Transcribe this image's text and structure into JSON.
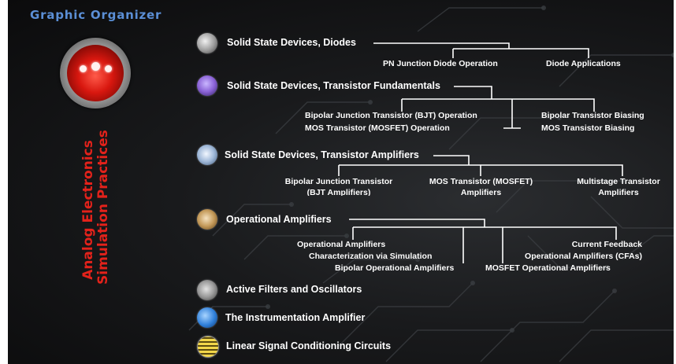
{
  "header": {
    "title": "Graphic Organizer"
  },
  "vertical_title": {
    "line1": "Analog Electronics",
    "line2": "Simulation Practices"
  },
  "topics": [
    {
      "label": "Solid State Devices, Diodes",
      "icon": "diode-icon",
      "subtopics": [
        "PN Junction Diode Operation",
        "Diode Applications"
      ]
    },
    {
      "label": "Solid State Devices, Transistor Fundamentals",
      "icon": "transistor-icon",
      "subtopics": [
        "Bipolar Junction Transistor (BJT) Operation",
        "MOS Transistor (MOSFET) Operation",
        "Bipolar Transistor Biasing",
        "MOS Transistor Biasing"
      ]
    },
    {
      "label": "Solid State Devices, Transistor Amplifiers",
      "icon": "amplifier-icon",
      "subtopics": [
        {
          "line1": "Bipolar Junction Transistor",
          "line2": "(BJT Amplifiers)"
        },
        {
          "line1": "MOS Transistor (MOSFET)",
          "line2": "Amplifiers"
        },
        {
          "line1": "Multistage Transistor",
          "line2": "Amplifiers"
        }
      ]
    },
    {
      "label": "Operational Amplifiers",
      "icon": "op-amp-icon",
      "subtopics": [
        "Operational Amplifiers",
        "Characterization via Simulation",
        "Bipolar Operational Amplifiers",
        "Current Feedback",
        "Operational Amplifiers (CFAs)",
        "MOSFET Operational Amplifiers"
      ]
    },
    {
      "label": "Active Filters and Oscillators",
      "icon": "filter-icon"
    },
    {
      "label": "The Instrumentation Amplifier",
      "icon": "instrumentation-amplifier-icon"
    },
    {
      "label": "Linear Signal Conditioning Circuits",
      "icon": "signal-conditioning-icon"
    }
  ],
  "colors": {
    "header_blue": "#5b8fd6",
    "title_red": "#e3221b",
    "line_white": "#ffffff",
    "background_dark": "#141516"
  }
}
